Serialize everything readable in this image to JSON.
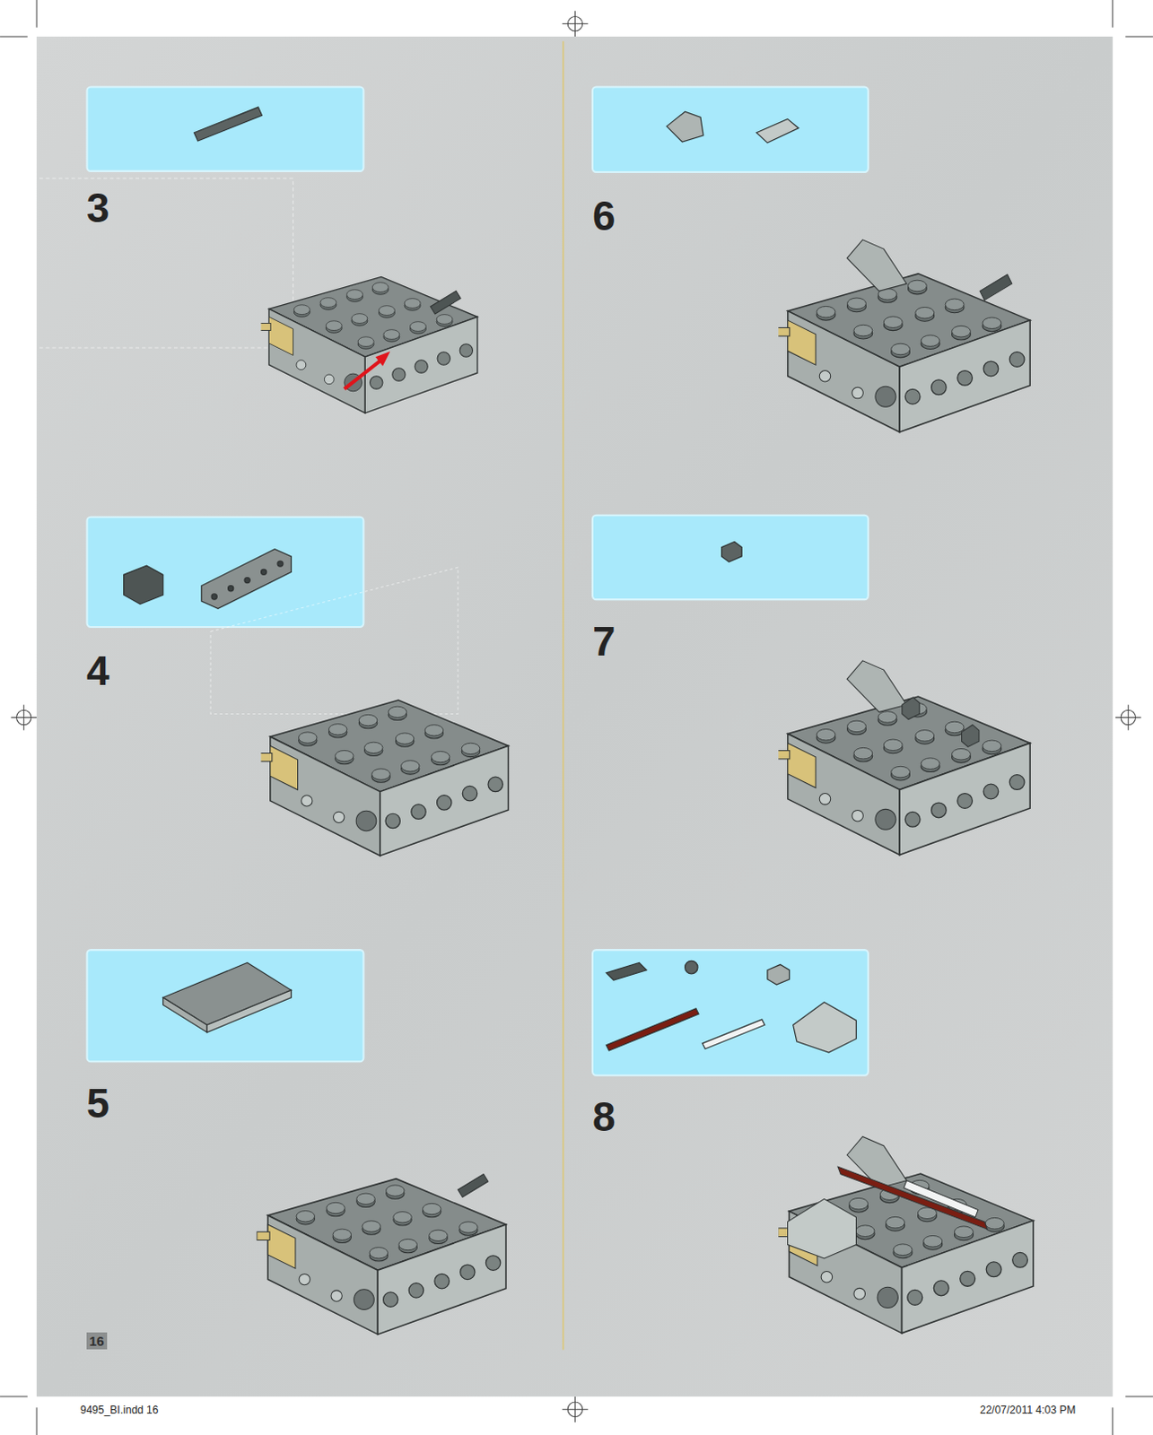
{
  "diagram": {
    "labels": [
      "3",
      "4",
      "5",
      "6",
      "7",
      "8",
      "16",
      "9495_BI.indd 16",
      "22/07/2011 4:03 PM"
    ]
  }
}
